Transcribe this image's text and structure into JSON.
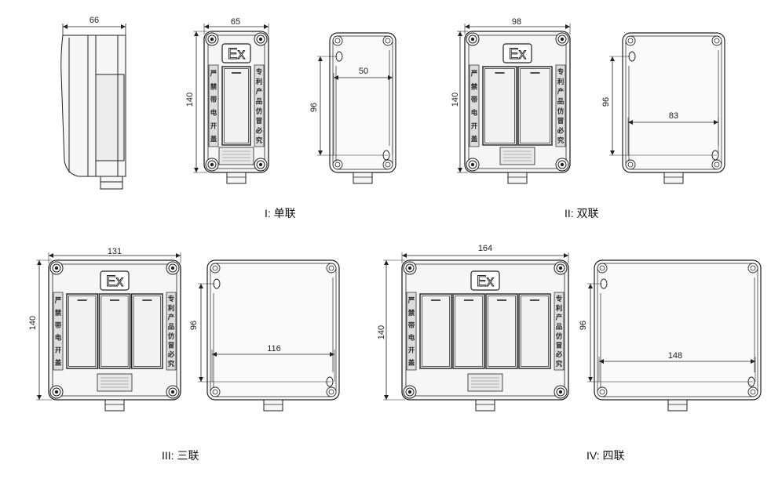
{
  "colors": {
    "line": "#222222",
    "plate": "#e9e9e9",
    "body": "#f6f6f6"
  },
  "captions": [
    "I: 单联",
    "II: 双联",
    "III: 三联",
    "IV: 四联"
  ],
  "ex_mark": "Ex",
  "left_marks": [
    "严",
    "禁",
    "带",
    "电",
    "开",
    "盖"
  ],
  "right_marks": [
    "专利产品",
    "仿冒必究"
  ],
  "dimensions": {
    "side_width": "66",
    "variants": [
      {
        "width": "65",
        "height": "140",
        "inner_height": "96",
        "inner_width": "50"
      },
      {
        "width": "98",
        "height": "140",
        "inner_height": "96",
        "inner_width": "83"
      },
      {
        "width": "131",
        "height": "140",
        "inner_height": "96",
        "inner_width": "116"
      },
      {
        "width": "164",
        "height": "140",
        "inner_height": "96",
        "inner_width": "148"
      }
    ]
  }
}
